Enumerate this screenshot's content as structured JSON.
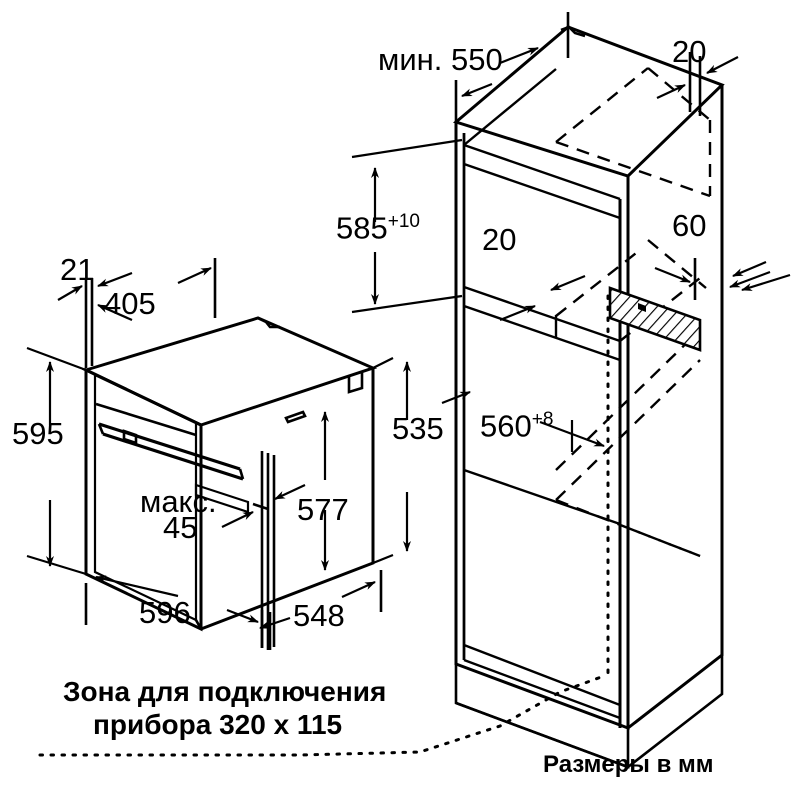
{
  "document": {
    "kind": "technical-installation-drawing",
    "subject": "built-in-oven-and-cabinet-niche",
    "units_caption": "Размеры в мм"
  },
  "oven_view": {
    "name": "oven-appliance-isometric",
    "dimensions": {
      "front_panel_overhang": "21",
      "top_depth_to_front": "405",
      "total_height": "595",
      "body_height": "535",
      "door_gap_note_line1": "макс.",
      "door_gap_note_line2": "45",
      "body_inner_height": "577",
      "total_width": "596",
      "total_depth": "548"
    }
  },
  "cabinet_view": {
    "name": "cabinet-niche-isometric",
    "dimensions": {
      "min_depth": "мин. 550",
      "top_panel_thickness_right": "20",
      "niche_height_base": "585",
      "niche_height_tolerance": "+10",
      "shelf_thickness": "20",
      "rear_vent_gap": "60",
      "niche_width_base": "560",
      "niche_width_tolerance": "+8"
    }
  },
  "annotations": {
    "connection_zone_line1": "Зона для подключения",
    "connection_zone_line2": "прибора  320 x 115",
    "units_note": "Размеры в мм"
  },
  "colors": {
    "ink": "#000000",
    "paper": "#ffffff"
  }
}
